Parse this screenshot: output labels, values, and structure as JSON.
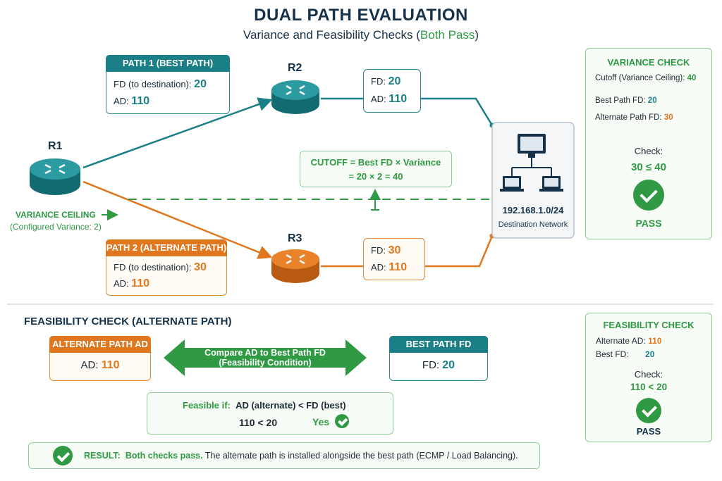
{
  "title": "DUAL PATH EVALUATION",
  "subtitle": {
    "pre": "Variance and Feasibility Checks (",
    "pass": "Both Pass",
    "post": ")"
  },
  "routers": {
    "r1": "R1",
    "r2": "R2",
    "r3": "R3"
  },
  "path1": {
    "header": "PATH 1 (BEST PATH)",
    "fd_label": "FD (to destination):",
    "fd": "20",
    "ad_label": "AD:",
    "ad": "110"
  },
  "path2": {
    "header": "PATH 2 (ALTERNATE PATH)",
    "fd_label": "FD (to destination):",
    "fd": "30",
    "ad_label": "AD:",
    "ad": "110"
  },
  "r2_metrics": {
    "fd_label": "FD:",
    "fd": "20",
    "ad_label": "AD:",
    "ad": "110"
  },
  "r3_metrics": {
    "fd_label": "FD:",
    "fd": "30",
    "ad_label": "AD:",
    "ad": "110"
  },
  "cutoff": {
    "line1": "CUTOFF = Best FD × Variance",
    "line2": "= 20 × 2 = 40"
  },
  "variance_ceiling": {
    "label": "VARIANCE CEILING",
    "sub": "(Configured Variance: 2)"
  },
  "destination": {
    "network": "192.168.1.0/24",
    "label": "Destination Network"
  },
  "variance_check": {
    "title": "VARIANCE CHECK",
    "cutoff_label": "Cutoff (Variance Ceiling):",
    "cutoff": "40",
    "best_label": "Best Path FD:",
    "best": "20",
    "alt_label": "Alternate Path FD:",
    "alt": "30",
    "check_label": "Check:",
    "check_expr": "30 ≤ 40",
    "result": "PASS"
  },
  "feasibility": {
    "title": "FEASIBILITY CHECK (ALTERNATE PATH)",
    "alt_header": "ALTERNATE PATH AD",
    "alt_label": "AD:",
    "alt_value": "110",
    "compare_line1": "Compare AD to Best Path FD",
    "compare_line2": "(Feasibility Condition)",
    "best_header": "BEST PATH FD",
    "best_label": "FD:",
    "best_value": "20",
    "cond_prefix": "Feasible if:",
    "cond_expr": "AD (alternate)  <  FD (best)",
    "cond_eval": "110 < 20",
    "cond_result": "Yes"
  },
  "feasibility_check": {
    "title": "FEASIBILITY CHECK",
    "alt_label": "Alternate AD:",
    "alt": "110",
    "best_label": "Best FD:",
    "best": "20",
    "check_label": "Check:",
    "check_expr": "110 < 20",
    "result": "PASS"
  },
  "result": {
    "label": "RESULT:",
    "highlight": "Both checks pass.",
    "text": "The alternate path is installed alongside the best path (ECMP / Load Balancing)."
  },
  "colors": {
    "teal": "#1a7f86",
    "orange": "#e0761e",
    "green": "#2f9a43",
    "navy": "#16324a"
  }
}
